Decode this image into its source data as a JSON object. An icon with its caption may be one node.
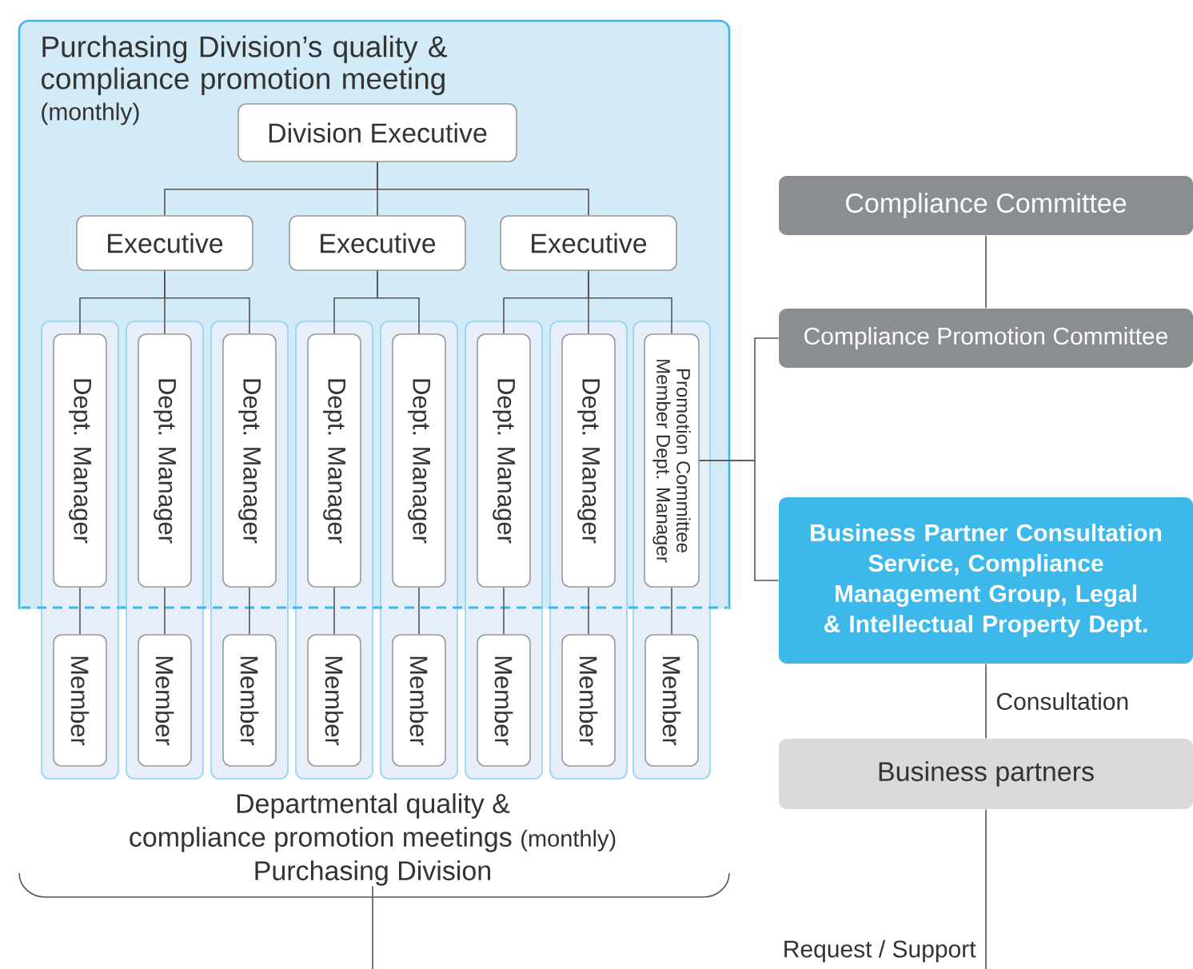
{
  "diagram": {
    "nodes": [
      {
        "text": [
          "Purchasing Division’s quality & compliance promotion meeting",
          "(monthly)"
        ]
      },
      {
        "text": [
          "Division Executive"
        ],
        "in": 0
      },
      {
        "text": [
          "Executive"
        ],
        "in": 0
      },
      {
        "text": [
          "Executive"
        ],
        "in": 0
      },
      {
        "text": [
          "Executive"
        ],
        "in": 0
      },
      {
        "text": [],
        "shape": "box"
      },
      {
        "text": [],
        "shape": "box"
      },
      {
        "text": [],
        "shape": "box"
      },
      {
        "text": [],
        "shape": "box"
      },
      {
        "text": [],
        "shape": "box"
      },
      {
        "text": [],
        "shape": "box"
      },
      {
        "text": [],
        "shape": "box"
      },
      {
        "text": [],
        "shape": "box"
      },
      {
        "text": [
          "Dept. Manager"
        ]
      },
      {
        "text": [
          "Dept. Manager"
        ]
      },
      {
        "text": [
          "Dept. Manager"
        ]
      },
      {
        "text": [
          "Dept. Manager"
        ]
      },
      {
        "text": [
          "Dept. Manager"
        ]
      },
      {
        "text": [
          "Dept. Manager"
        ]
      },
      {
        "text": [
          "Dept. Manager"
        ]
      },
      {
        "text": [
          "Promotion Committee Member Dept. Manager"
        ]
      },
      {
        "text": [
          "Member"
        ],
        "in": 5
      },
      {
        "text": [
          "Member"
        ],
        "in": 6
      },
      {
        "text": [
          "Member"
        ],
        "in": 7
      },
      {
        "text": [
          "Member"
        ],
        "in": 8
      },
      {
        "text": [
          "Member"
        ],
        "in": 9
      },
      {
        "text": [
          "Member"
        ],
        "in": 10
      },
      {
        "text": [
          "Member"
        ],
        "in": 11
      },
      {
        "text": [
          "Member"
        ],
        "in": 12
      },
      {
        "text": [
          "Compliance Committee"
        ]
      },
      {
        "text": [
          "Compliance Promotion Committee"
        ]
      },
      {
        "text": [
          "Business Partner Consultation Service, Compliance Management Group, Legal & Intellectual Property Dept."
        ]
      },
      {
        "text": [
          "Business partners"
        ]
      },
      {
        "text": [
          "Departmental quality & compliance promotion meetings",
          "(monthly)",
          "Purchasing Division"
        ]
      }
    ],
    "edges": [
      {
        "from": 1,
        "to": 2,
        "arrow": "none"
      },
      {
        "from": 1,
        "to": 3,
        "arrow": "none"
      },
      {
        "from": 1,
        "to": 4,
        "arrow": "none"
      },
      {
        "from": 2,
        "to": 13,
        "arrow": "none"
      },
      {
        "from": 2,
        "to": 14,
        "arrow": "none"
      },
      {
        "from": 2,
        "to": 15,
        "arrow": "none"
      },
      {
        "from": 3,
        "to": 16,
        "arrow": "none"
      },
      {
        "from": 3,
        "to": 17,
        "arrow": "none"
      },
      {
        "from": 4,
        "to": 18,
        "arrow": "none"
      },
      {
        "from": 4,
        "to": 19,
        "arrow": "none"
      },
      {
        "from": 4,
        "to": 20,
        "arrow": "none"
      },
      {
        "from": 13,
        "to": 21,
        "arrow": "none"
      },
      {
        "from": 14,
        "to": 22,
        "arrow": "none"
      },
      {
        "from": 15,
        "to": 23,
        "arrow": "none"
      },
      {
        "from": 16,
        "to": 24,
        "arrow": "none"
      },
      {
        "from": 17,
        "to": 25,
        "arrow": "none"
      },
      {
        "from": 18,
        "to": 26,
        "arrow": "none"
      },
      {
        "from": 19,
        "to": 27,
        "arrow": "none"
      },
      {
        "from": 20,
        "to": 28,
        "arrow": "none"
      },
      {
        "from": 29,
        "to": 30,
        "arrow": "none"
      },
      {
        "from": 20,
        "to": 30,
        "arrow": "none"
      },
      {
        "from": 20,
        "to": 31,
        "arrow": "none"
      },
      {
        "from": 31,
        "to": 32,
        "label": "Consultation",
        "arrow": "none"
      },
      {
        "from": 32,
        "to": null,
        "label": "Request / Support",
        "arrow": "none"
      },
      {
        "from": 33,
        "to": null,
        "arrow": "none"
      }
    ]
  }
}
